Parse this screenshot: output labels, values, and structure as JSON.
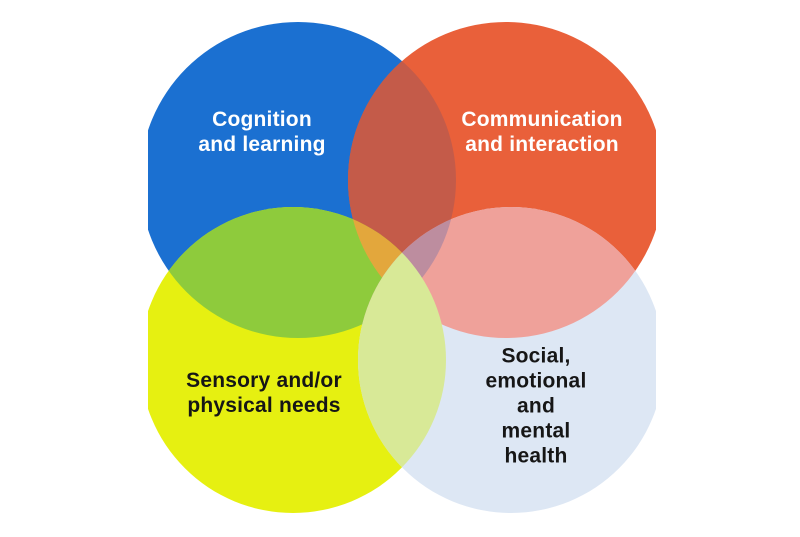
{
  "diagram": {
    "type": "venn",
    "description": "Four overlapping circles of special educational needs areas",
    "circles": [
      {
        "id": "cognition",
        "label": "Cognition\nand learning",
        "color": "#1b70d1",
        "text_color": "#ffffff",
        "position": "top-left"
      },
      {
        "id": "communication",
        "label": "Communication\nand interaction",
        "color": "#e9603a",
        "text_color": "#ffffff",
        "position": "top-right"
      },
      {
        "id": "sensory",
        "label": "Sensory and/or\nphysical needs",
        "color": "#e6f011",
        "text_color": "#161616",
        "position": "bottom-left"
      },
      {
        "id": "social",
        "label": "Social,\nemotional and\nmental health",
        "color": "#dde7f4",
        "text_color": "#161616",
        "position": "bottom-right"
      }
    ],
    "overlap_colors": {
      "blue_orange": "#c45b49",
      "blue_yellow": "#8ecb3c",
      "orange_yellow": "#e3a73c",
      "orange_lightblue": "#efa19a",
      "blue_lightblue": "#bd8d9f",
      "yellow_lightblue": "#d8e997"
    },
    "card_background": "#ffffff"
  }
}
